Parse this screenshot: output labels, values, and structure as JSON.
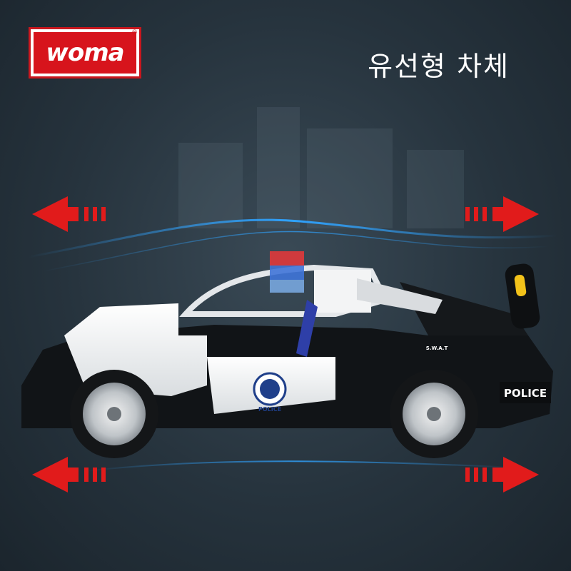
{
  "brand": {
    "logo_text": "woma",
    "trademark": "®"
  },
  "headline": "유선형 차체",
  "car": {
    "door_badge": "POLICE",
    "rear_plate": "POLICE",
    "spoiler_text": "S.W.A.T"
  },
  "colors": {
    "accent_red": "#d7141c",
    "airflow_blue": "#2fa3ff",
    "background": "#26333d"
  },
  "icons": [
    "arrow-left-icon",
    "arrow-right-icon"
  ]
}
